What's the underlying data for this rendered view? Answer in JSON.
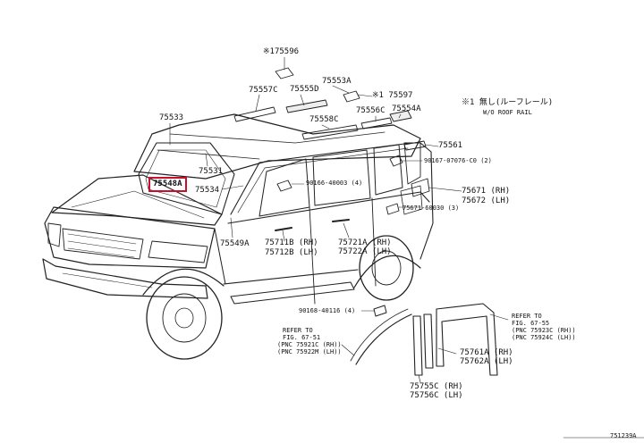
{
  "diagram": {
    "highlight_color": "#c8102e",
    "labels": {
      "p175596": "※175596",
      "p75557c": "75557C",
      "p75555d": "75555D",
      "p75553a": "75553A",
      "p175597": "※1 75597",
      "note_ja": "※1 無し(ルーフレール)",
      "note_en": "W/O ROOF RAIL",
      "p75533": "75533",
      "p75558c": "75558C",
      "p75556c": "75556C",
      "p75554a": "75554A",
      "p75561": "75561",
      "p90167": "90167-07076-C0 (2)",
      "p75531": "75531",
      "p90166": "90166-40003 (4)",
      "p75671": "75671 (RH)",
      "p75672": "75672 (LH)",
      "p75548a": "75548A",
      "p75534": "75534",
      "p75671_60030": "75671-60030 (3)",
      "p75549a": "75549A",
      "p75711b": "75711B (RH)",
      "p75712b": "75712B (LH)",
      "p75721a": "75721A (RH)",
      "p75722a": "75722A (LH)",
      "p90168": "90168-40116 (4)",
      "refer_r_1": "REFER TO",
      "refer_r_2": "FIG. 67-55",
      "refer_r_3": "(PNC 75923C (RH))",
      "refer_r_4": "(PNC 75924C (LH))",
      "refer_l_1": "REFER TO",
      "refer_l_2": "FIG. 67-51",
      "refer_l_3": "(PNC 75921C (RH))",
      "refer_l_4": "(PNC 75922M (LH))",
      "p75761a": "75761A (RH)",
      "p75762a": "75762A (LH)",
      "p75755c": "75755C (RH)",
      "p75756c": "75756C (LH)",
      "figure_id": "751239A"
    }
  }
}
